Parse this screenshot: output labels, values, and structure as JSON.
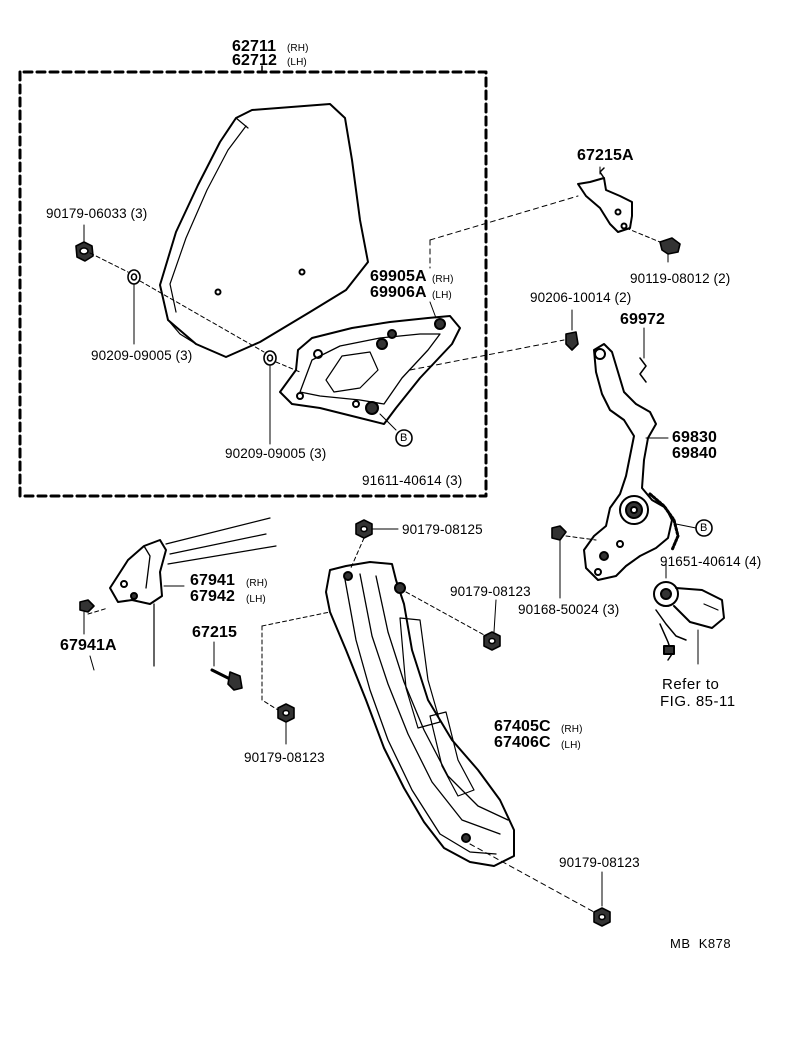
{
  "labels": {
    "p62711": "62711",
    "p62711_side": "(RH)",
    "p62712": "62712",
    "p62712_side": "(LH)",
    "p67215A": "67215A",
    "p90179_06033": "90179-06033 (3)",
    "p90119_08012": "90119-08012 (2)",
    "p69905A": "69905A",
    "p69905A_side": "(RH)",
    "p69906A": "69906A",
    "p69906A_side": "(LH)",
    "p90206_10014": "90206-10014 (2)",
    "p69972": "69972",
    "p90209_09005_a": "90209-09005 (3)",
    "p90209_09005_b": "90209-09005 (3)",
    "p69830": "69830",
    "p69840": "69840",
    "p91611_40614": "91611-40614 (3)",
    "marker_b": "B",
    "p90179_08125": "90179-08125",
    "p91651_40614": "91651-40614 (4)",
    "p90179_08123_a": "90179-08123",
    "p90168_50024": "90168-50024 (3)",
    "p67941": "67941",
    "p67941_side": "(RH)",
    "p67942": "67942",
    "p67942_side": "(LH)",
    "p67941A": "67941A",
    "p67215": "67215",
    "refer_line1": "Refer to",
    "refer_line2": "FIG. 85-11",
    "p67405C": "67405C",
    "p67405C_side": "(RH)",
    "p67406C": "67406C",
    "p67406C_side": "(LH)",
    "p90179_08123_b": "90179-08123",
    "p90179_08123_c": "90179-08123",
    "figure_code": "MB  K878"
  }
}
